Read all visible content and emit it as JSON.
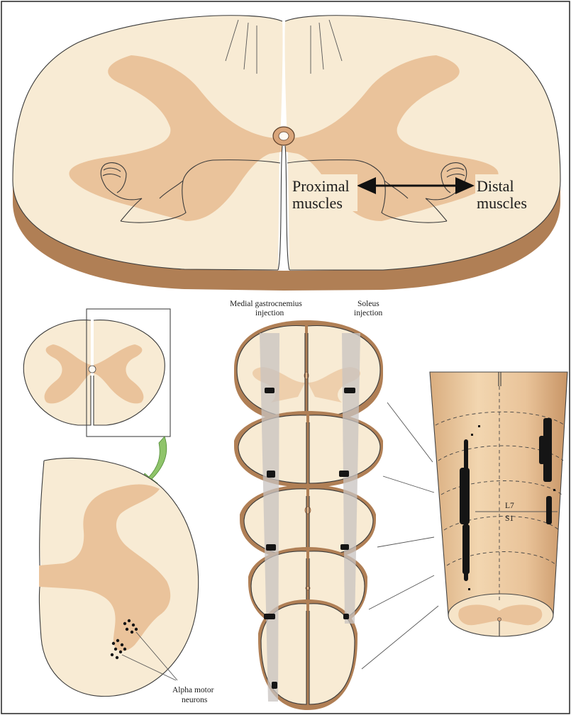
{
  "labels": {
    "proximal": [
      "Proximal",
      "muscles"
    ],
    "distal": [
      "Distal",
      "muscles"
    ],
    "medial_injection": [
      "Medial gastrocnemius",
      "injection"
    ],
    "soleus_injection": [
      "Soleus",
      "injection"
    ],
    "segment_upper": "L7",
    "segment_lower": "S1",
    "alpha_motor": [
      "Alpha motor",
      "neurons"
    ]
  },
  "colors": {
    "white_matter": "#f8ebd4",
    "gray_matter": "#eac39b",
    "cord_edge": "#b07f55",
    "injection_band": "#c8c3c0",
    "arrow_pointer": "#8fc46a"
  }
}
